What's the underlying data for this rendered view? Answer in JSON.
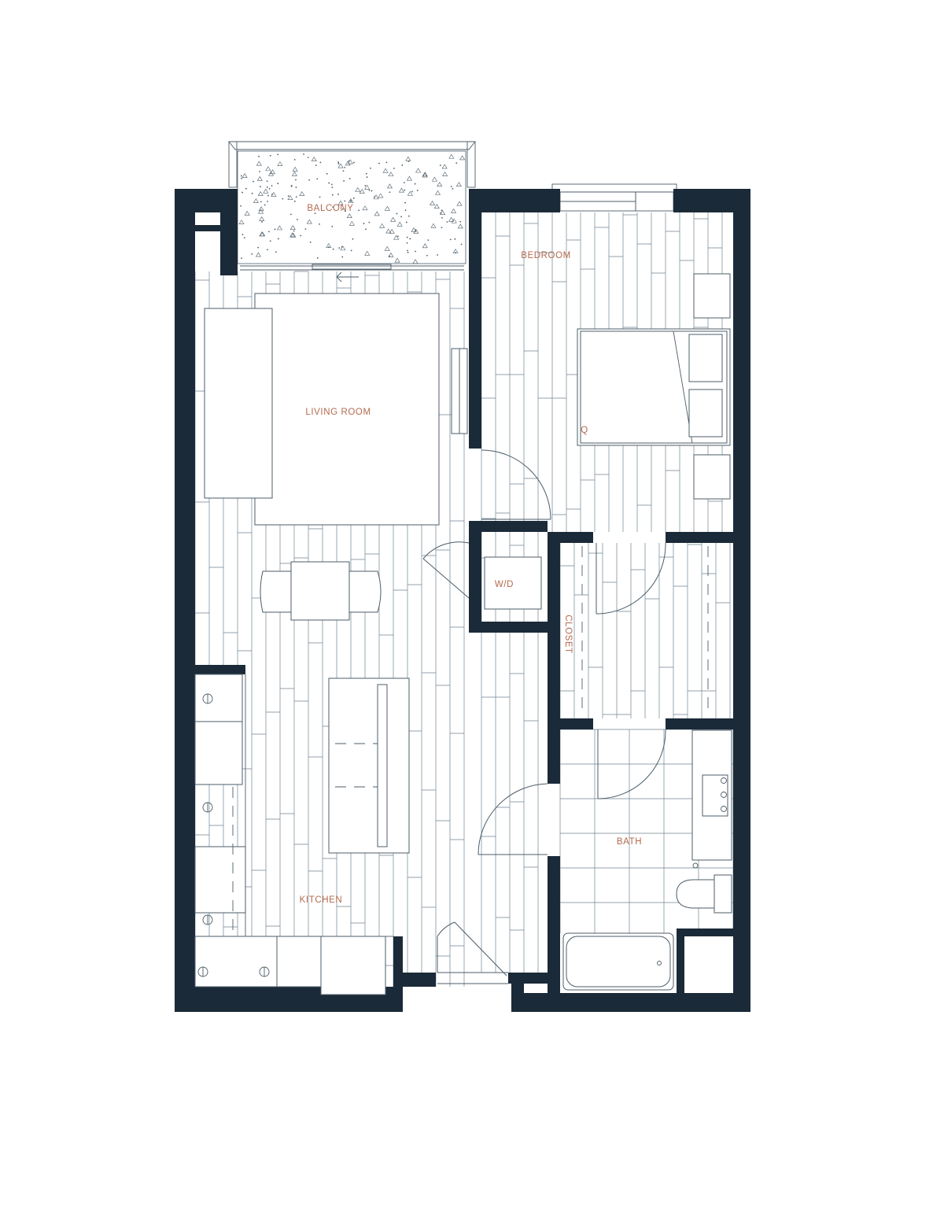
{
  "labels": {
    "balcony": "BALCONY",
    "bedroom": "BEDROOM",
    "living_room": "LIVING ROOM",
    "bed_size": "Q",
    "washer_dryer": "W/D",
    "closet": "CLOSET",
    "bath": "BATH",
    "kitchen": "KITCHEN"
  },
  "colors": {
    "walls": "#1b2a38",
    "label_text": "#b36a4e",
    "flooring_lines": "#6f8390"
  }
}
